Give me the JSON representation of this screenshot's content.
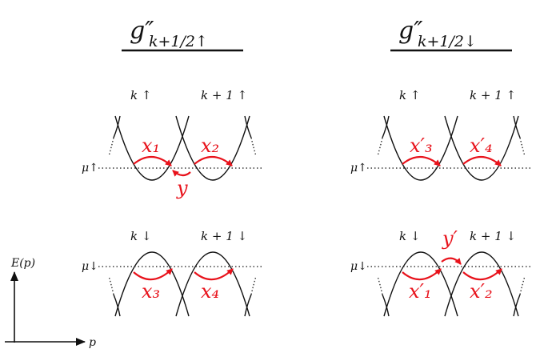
{
  "titles": {
    "left": {
      "main": "g″",
      "sub": "k+1/2↑"
    },
    "right": {
      "main": "g″",
      "sub": "k+1/2↓"
    }
  },
  "bands": {
    "k_up": "k ↑",
    "k1_up": "k + 1 ↑",
    "k_down": "k ↓",
    "k1_down": "k + 1 ↓"
  },
  "mu": {
    "up": "μ↑",
    "down": "μ↓"
  },
  "hops_left": {
    "x1": "x₁",
    "x2": "x₂",
    "y": "y",
    "x3": "x₃",
    "x4": "x₄"
  },
  "hops_right": {
    "x3p": "x′₃",
    "x4p": "x′₄",
    "yp": "y′",
    "x1p": "x′₁",
    "x2p": "x′₂"
  },
  "axes": {
    "y": "E(p)",
    "x": "p"
  },
  "colors": {
    "hop": "#e8121b",
    "line": "#111111"
  }
}
